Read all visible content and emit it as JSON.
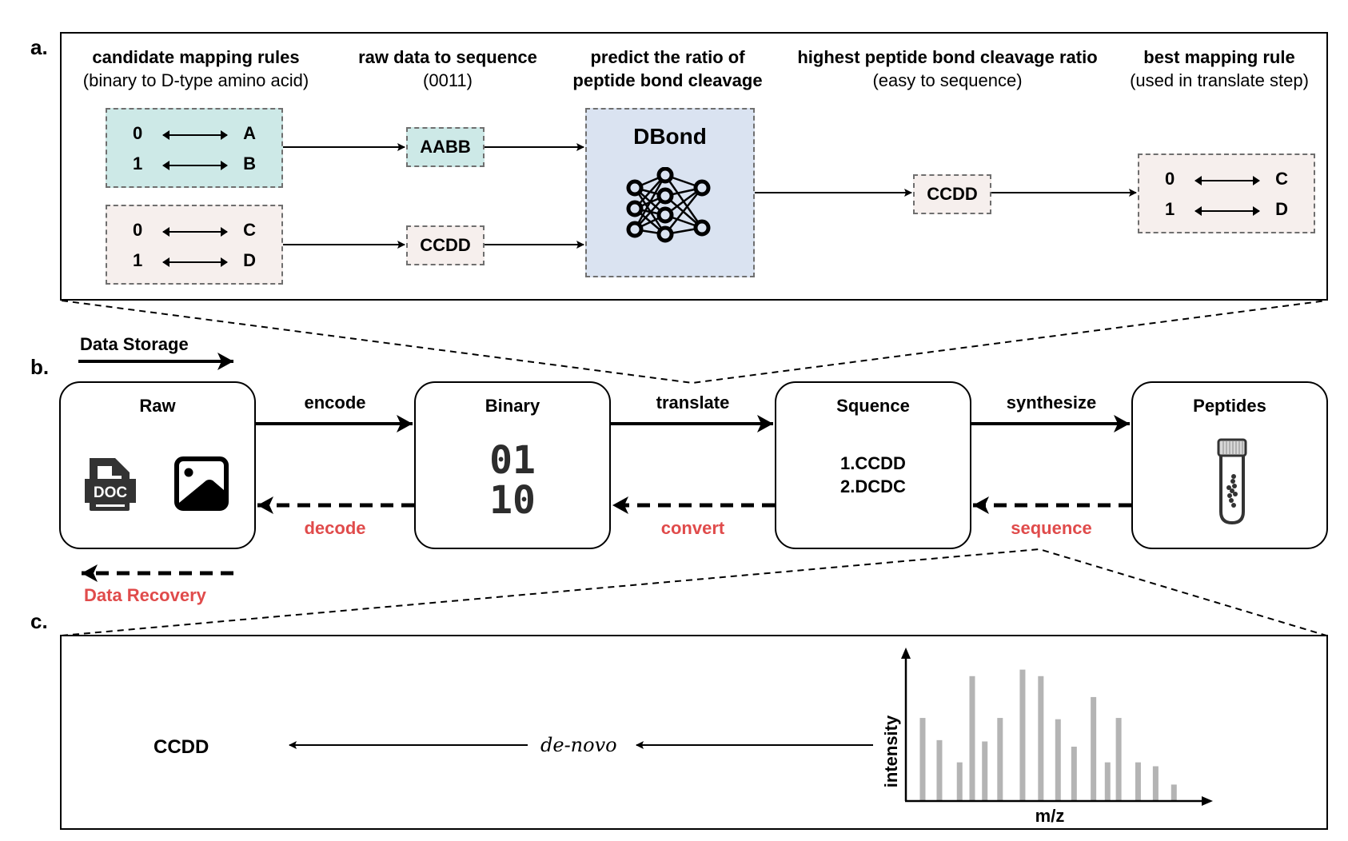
{
  "panels": {
    "a": {
      "letter": "a.",
      "headers": [
        {
          "title": "candidate mapping rules",
          "subtitle": "(binary to D-type amino acid)"
        },
        {
          "title": "raw data to sequence",
          "subtitle": "(0011)"
        },
        {
          "title": "predict the ratio of",
          "subtitle": "peptide bond cleavage"
        },
        {
          "title": "highest peptide bond cleavage ratio",
          "subtitle": "(easy to sequence)"
        },
        {
          "title": "best mapping rule",
          "subtitle": "(used in translate step)"
        }
      ],
      "mapping_rules": [
        {
          "rows": [
            {
              "bit": "0",
              "aa": "A"
            },
            {
              "bit": "1",
              "aa": "B"
            }
          ],
          "color": "#cde9e7"
        },
        {
          "rows": [
            {
              "bit": "0",
              "aa": "C"
            },
            {
              "bit": "1",
              "aa": "D"
            }
          ],
          "color": "#f6efed"
        }
      ],
      "sequences": [
        "AABB",
        "CCDD"
      ],
      "model": {
        "name": "DBond",
        "icon": "neural-network-icon",
        "color": "#dae3f1"
      },
      "best_sequence": "CCDD",
      "best_rule": [
        {
          "bit": "0",
          "aa": "C"
        },
        {
          "bit": "1",
          "aa": "D"
        }
      ]
    },
    "b": {
      "letter": "b.",
      "legend_storage": "Data Storage",
      "legend_recovery": "Data Recovery",
      "stages": [
        {
          "title": "Raw",
          "icons": [
            "doc-file-icon",
            "image-icon"
          ],
          "doc_label": "DOC"
        },
        {
          "title": "Binary",
          "content": [
            "01",
            "10"
          ]
        },
        {
          "title": "Squence",
          "content": [
            "1.CCDD",
            "2.DCDC"
          ]
        },
        {
          "title": "Peptides",
          "icons": [
            "test-tube-icon"
          ]
        }
      ],
      "forward_edges": [
        "encode",
        "translate",
        "synthesize"
      ],
      "backward_edges": [
        "decode",
        "convert",
        "sequence"
      ],
      "colors": {
        "recovery": "#e04b4b",
        "forward": "#000000"
      }
    },
    "c": {
      "letter": "c.",
      "result": "CCDD",
      "method": "de-novo"
    }
  },
  "chart_data": {
    "type": "bar",
    "title": "",
    "xlabel": "m/z",
    "ylabel": "intensity",
    "grid": false,
    "x": [
      4.4,
      8.8,
      14.1,
      17.4,
      20.7,
      24.7,
      30.6,
      35.4,
      39.9,
      44.1,
      49.2,
      52.9,
      55.8,
      60.9,
      65.5,
      70.3
    ],
    "values": [
      63,
      46,
      29,
      95,
      45,
      63,
      100,
      95,
      62,
      41,
      79,
      29,
      63,
      29,
      26,
      12
    ],
    "xlim": [
      0,
      78
    ],
    "ylim": [
      0,
      112
    ],
    "bar_color": "#b4b4b4"
  }
}
